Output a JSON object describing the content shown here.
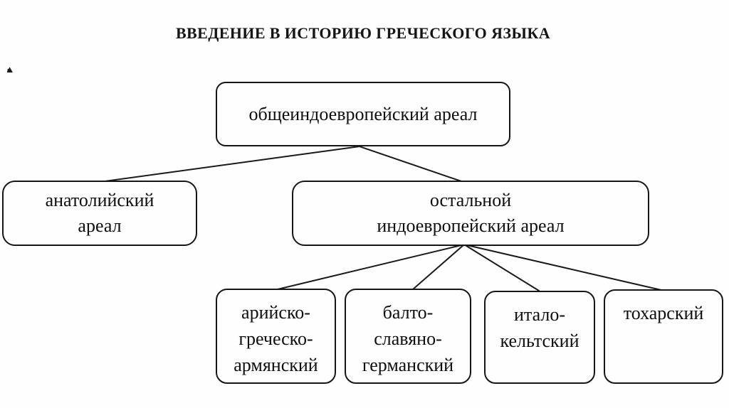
{
  "title": "ВВЕДЕНИЕ В ИСТОРИЮ ГРЕЧЕСКОГО ЯЗЫКА",
  "tree": {
    "root": {
      "id": "common-indo-european-areal",
      "label": "общеиндоевропейский ареал"
    },
    "children": [
      {
        "id": "anatolian-areal",
        "label": "анатолийский\nареал",
        "parent": "common-indo-european-areal"
      },
      {
        "id": "rest-indo-european-areal",
        "label": "остальной\nиндоевропейский ареал",
        "parent": "common-indo-european-areal"
      }
    ],
    "grandchildren": [
      {
        "id": "aryan-greek-armenian",
        "label": "арийско-\nгреческо-\nармянский",
        "parent": "rest-indo-european-areal"
      },
      {
        "id": "balto-slavic-germanic",
        "label": "балто-\nславяно-\nгерманский",
        "parent": "rest-indo-european-areal"
      },
      {
        "id": "italo-celtic",
        "label": "итало-\nкельтский",
        "parent": "rest-indo-european-areal"
      },
      {
        "id": "tocharian",
        "label": "тохарский",
        "parent": "rest-indo-european-areal"
      }
    ],
    "edges": [
      {
        "from": "common-indo-european-areal",
        "to": "anatolian-areal"
      },
      {
        "from": "common-indo-european-areal",
        "to": "rest-indo-european-areal"
      },
      {
        "from": "rest-indo-european-areal",
        "to": "aryan-greek-armenian"
      },
      {
        "from": "rest-indo-european-areal",
        "to": "balto-slavic-germanic"
      },
      {
        "from": "rest-indo-european-areal",
        "to": "italo-celtic"
      },
      {
        "from": "rest-indo-european-areal",
        "to": "tocharian"
      }
    ]
  },
  "colors": {
    "background": "#ffffff",
    "line": "#1a1a1a",
    "text": "#0e0e0e"
  }
}
